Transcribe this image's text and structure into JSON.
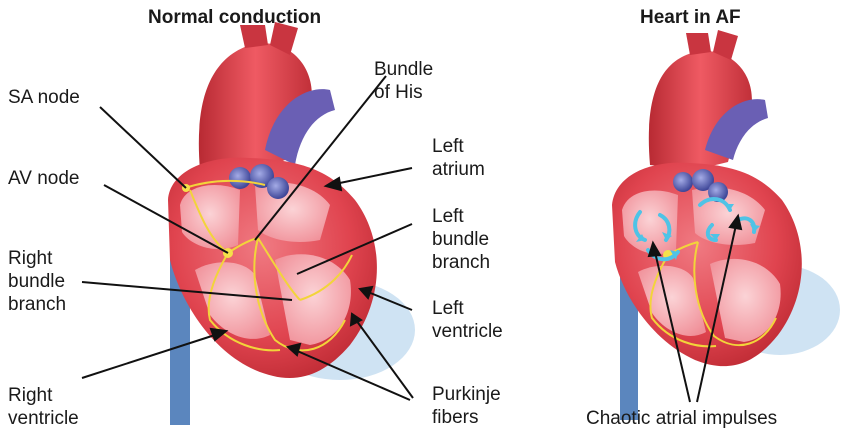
{
  "titles": {
    "normal": "Normal conduction",
    "af": "Heart in AF"
  },
  "labels": {
    "sa_node": "SA node",
    "av_node": "AV node",
    "right_bundle_branch": "Right\nbundle\nbranch",
    "right_ventricle": "Right\nventricle",
    "bundle_of_his": "Bundle\nof His",
    "left_atrium": "Left\natrium",
    "left_bundle_branch": "Left\nbundle\nbranch",
    "left_ventricle": "Left\nventricle",
    "purkinje_fibers": "Purkinje\nfibers",
    "chaotic_atrial_impulses": "Chaotic atrial impulses"
  },
  "colors": {
    "myocardium": "#e0444f",
    "chamber": "#f3a0a8",
    "valve": "#5a63b5",
    "conduction": "#f2d43a",
    "impulse_arrows": "#4fc3e6",
    "shadow": "#bcdaf0",
    "vessel": "#4e7bb5",
    "leader_line": "#111111"
  },
  "icons": {
    "heart_normal": "heart-illustration",
    "heart_af": "heart-af-illustration"
  }
}
